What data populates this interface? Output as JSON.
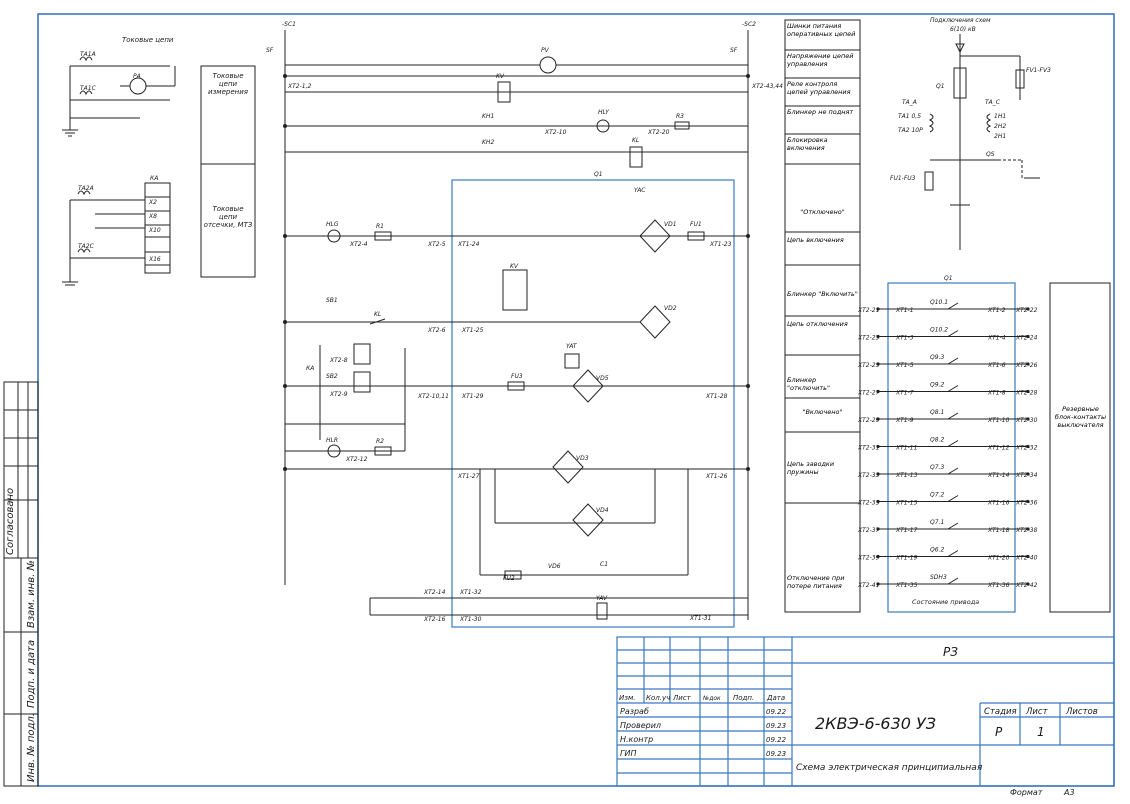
{
  "title_block": {
    "top_code": "РЗ",
    "designation": "2КВЭ-6-630 УЗ",
    "sheet_title": "Схема электрическая принципиальная",
    "stage_label": "Стадия",
    "stage_value": "Р",
    "sheet_label": "Лист",
    "sheet_value": "1",
    "sheets_label": "Листов",
    "sheets_value": "",
    "format_label": "Формат",
    "format_value": "А3",
    "col_headers": [
      "Изм.",
      "Кол.уч",
      "Лист",
      "№док",
      "Подп.",
      "Дата"
    ],
    "rows": [
      {
        "role": "Разраб",
        "date": "09.22"
      },
      {
        "role": "Проверил",
        "date": "09.23"
      },
      {
        "role": "Н.контр",
        "date": "09.22"
      },
      {
        "role": "ГИП",
        "date": "09.23"
      }
    ]
  },
  "side_stamp": [
    "Согласовано",
    "Взам. инв. №",
    "Подп. и дата",
    "Инв. № подл."
  ],
  "left_blocks": {
    "current_circuits": "Токовые цепи",
    "measure_label": "Токовые цепи измерения",
    "cutoff_label": "Токовые цепи отсечки, МТЗ"
  },
  "legend": [
    "Шинки питания оперативных цепей",
    "Напряжение цепей управления",
    "Реле контроля цепей управления",
    "Блинкер не поднят",
    "Блокировка включения",
    "\"Отключено\"",
    "Цепь включения",
    "Блинкер \"Включить\"",
    "Цепь отключения",
    "Блинкер \"отключить\"",
    "\"Включено\"",
    "Цепь заводки пружины",
    "Отключение при потере питания"
  ],
  "connection_scheme": {
    "title": "Подключения схем",
    "voltage": "6(10) кВ",
    "labels": [
      "Q1",
      "ТА_А",
      "ТА_С",
      "FV1-FV3",
      "FU1-FU3",
      "QS",
      "ТА1 0,5",
      "ТА2 10Р",
      "1Н1",
      "2Н2",
      "2Н1"
    ]
  },
  "aux_contacts": {
    "block_label": "Q1",
    "bottom_label": "Состояние привода",
    "reserve_label": "Резервные блок-контакты выключателя",
    "left_terms": [
      "ХТ2-21",
      "ХТ2-23",
      "ХТ2-25",
      "ХТ2-27",
      "ХТ2-29",
      "ХТ2-31",
      "ХТ2-33",
      "ХТ2-35",
      "ХТ2-37",
      "ХТ2-39",
      "ХТ2-41"
    ],
    "right_terms": [
      "ХТ2-22",
      "ХТ2-24",
      "ХТ2-26",
      "ХТ2-28",
      "ХТ2-30",
      "ХТ2-32",
      "ХТ2-34",
      "ХТ2-36",
      "ХТ2-38",
      "ХТ2-40",
      "ХТ2-42"
    ],
    "mid_left": [
      "ХТ1-1",
      "ХТ1-3",
      "ХТ1-5",
      "ХТ1-7",
      "ХТ1-9",
      "ХТ1-11",
      "ХТ1-13",
      "ХТ1-15",
      "ХТ1-17",
      "ХТ1-19",
      "ХТ1-35"
    ],
    "mid_right": [
      "ХТ1-2",
      "ХТ1-4",
      "ХТ1-6",
      "ХТ1-8",
      "ХТ1-10",
      "ХТ1-12",
      "ХТ1-14",
      "ХТ1-16",
      "ХТ1-18",
      "ХТ1-20",
      "ХТ1-36"
    ],
    "contacts": [
      "Q10.1",
      "Q10.2",
      "Q9.3",
      "Q9.2",
      "Q8.1",
      "Q8.2",
      "Q7.3",
      "Q7.2",
      "Q7.1",
      "Q6.2",
      "SDH3"
    ]
  },
  "schematic_labels": {
    "sf1": "SF",
    "sf2": "SF",
    "sc1": "-SC1",
    "sc2": "-SC2",
    "pv": "PV",
    "kv": "KV",
    "kv_sub": "KV",
    "hly": "HLY",
    "hlg": "HLG",
    "hlr": "HLR",
    "kh1": "KH1",
    "kh2": "KH2",
    "kl": "KL",
    "sb1": "SB1",
    "sb2": "SB2",
    "ka": "КА",
    "q1": "Q1",
    "yac": "YAC",
    "yat": "YAT",
    "vd1": "VD1",
    "vd2": "VD2",
    "vd3": "VD3",
    "vd4": "VD4",
    "vd5": "VD5",
    "vd6": "VD6",
    "fu1": "FU1",
    "fu2": "FU2",
    "fu3": "FU3",
    "c1": "С1",
    "r1": "R1",
    "r2": "R2",
    "r3": "R3",
    "yav": "YAV",
    "xt2_1_2": "ХТ2-1,2",
    "xt2_43_44": "ХТ2-43,44",
    "xt2_10": "ХТ2-10",
    "xt2_20": "ХТ2-20",
    "xt2_4": "ХТ2-4",
    "xt2_5": "ХТ2-5",
    "xt1_24": "ХТ1-24",
    "xt1_23": "ХТ1-23",
    "xt2_6": "ХТ2-6",
    "xt1_25": "ХТ1-25",
    "xt2_8": "ХТ2-8",
    "xt2_9": "ХТ2-9",
    "xt2_10_11": "ХТ2-10,11",
    "xt1_29": "ХТ1-29",
    "xt1_28": "ХТ1-28",
    "xt2_12": "ХТ2-12",
    "xt1_27": "ХТ1-27",
    "xt1_26": "ХТ1-26",
    "xt2_14": "ХТ2-14",
    "xt1_32": "ХТ1-32",
    "xt2_16": "ХТ2-16",
    "xt1_30": "ХТ1-30",
    "xt1_31": "ХТ1-31",
    "ta1a": "ТА1А",
    "ta1c": "ТА1С",
    "ta2a": "ТА2А",
    "ta2c": "ТА2С",
    "pa": "РА",
    "ka_block": "КА",
    "x2": "Х2",
    "x8": "Х8",
    "x10": "Х10",
    "x16": "Х16"
  }
}
